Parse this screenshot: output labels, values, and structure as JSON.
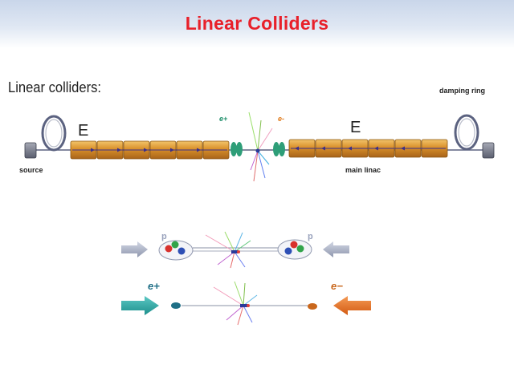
{
  "slide": {
    "title": "Linear Colliders"
  },
  "diagram_top": {
    "heading": "Linear colliders:",
    "left_energy": "E",
    "right_energy": "E",
    "positron_label": "e+",
    "electron_label": "e-",
    "source_label": "source",
    "main_linac_label": "main linac",
    "damping_ring_label": "damping ring"
  },
  "diagram_pp": {
    "left_label": "p",
    "right_label": "p"
  },
  "diagram_ee": {
    "left_label": "e+",
    "right_label": "e−"
  },
  "colors": {
    "title": "#e8202a",
    "cavity": "#d9902a",
    "focus_magnet": "#2e9e78",
    "positron_arrow": "#2aa7a3",
    "electron_arrow": "#e86a1a",
    "proton_arrow": "#a9b1c7"
  }
}
